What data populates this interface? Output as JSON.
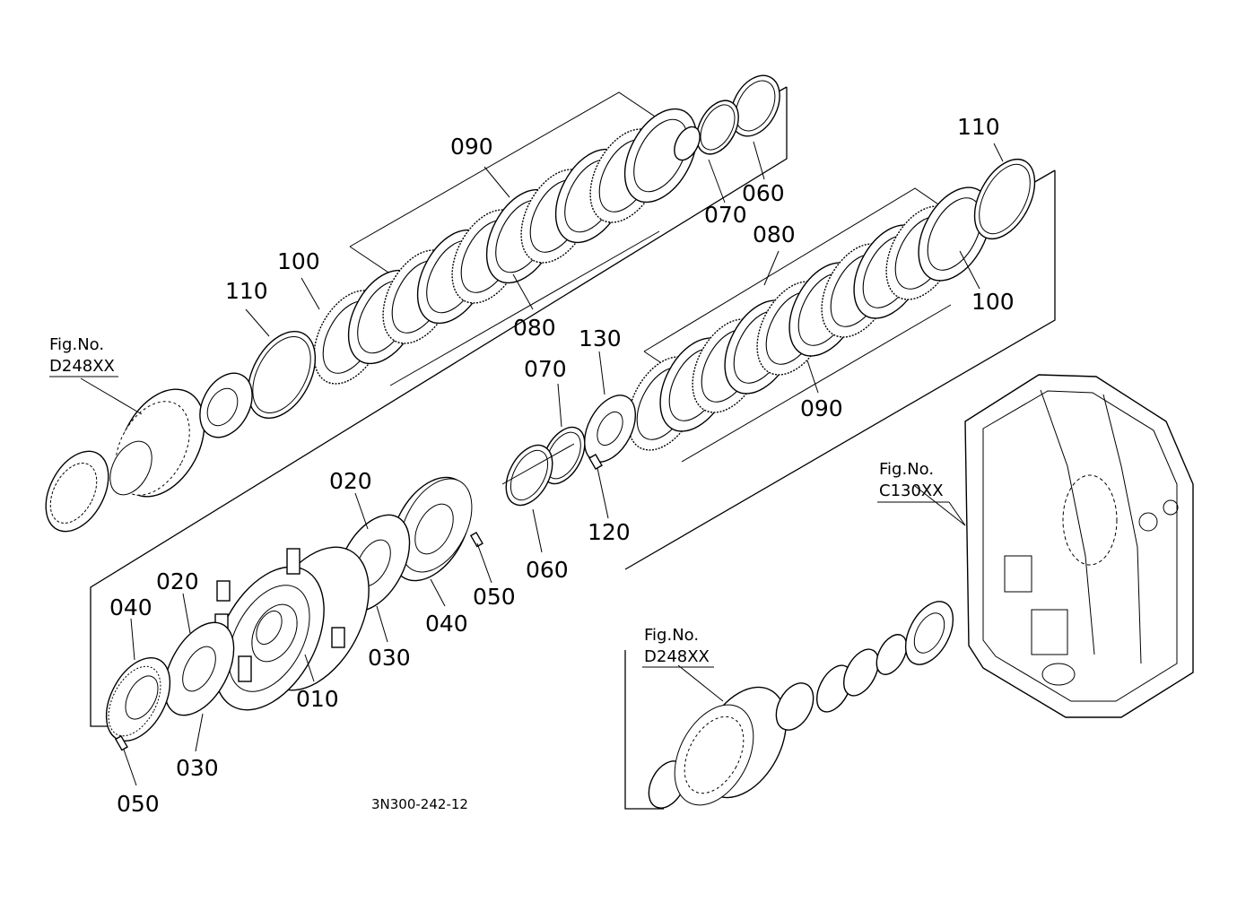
{
  "diagram": {
    "drawing_code": "3N300-242-12",
    "figure_refs": [
      {
        "fig": "Fig.No.",
        "num": "D248XX"
      },
      {
        "fig": "Fig.No.",
        "num": "C130XX"
      },
      {
        "fig": "Fig.No.",
        "num": "D248XX"
      }
    ],
    "labels": [
      "090",
      "070",
      "060",
      "110",
      "100",
      "080",
      "110",
      "100",
      "130",
      "070",
      "080",
      "090",
      "020",
      "120",
      "060",
      "020",
      "050",
      "040",
      "040",
      "030",
      "010",
      "030",
      "050"
    ]
  }
}
